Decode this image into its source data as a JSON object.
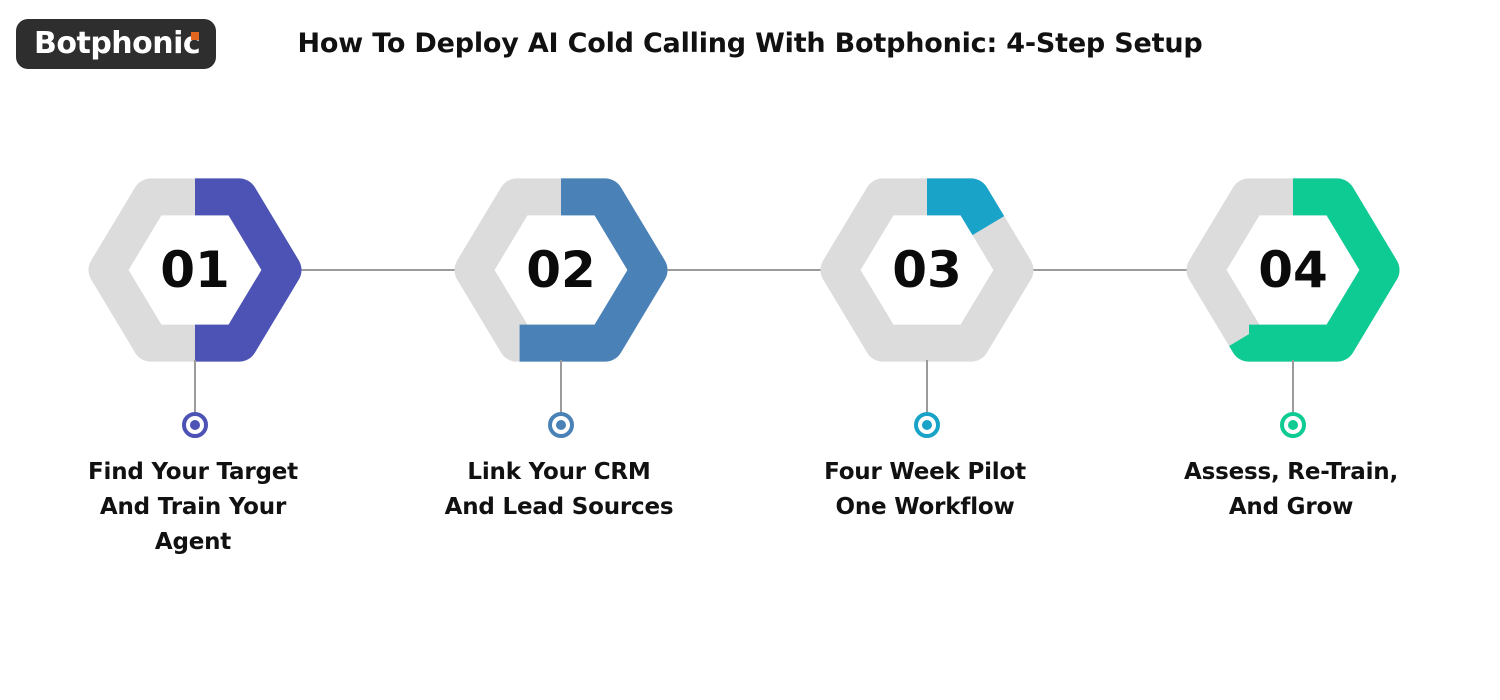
{
  "brand": {
    "logo_text": "Botphonic",
    "logo_bg": "#2e2e2e",
    "logo_accent": "#e2661f"
  },
  "header": {
    "title": "How To Deploy AI Cold Calling With Botphonic: 4-Step Setup"
  },
  "palette": {
    "ring_track": "#dcdcdc",
    "connector": "#9b9b9b",
    "number_color": "#0b0b0b",
    "label_color": "#111111"
  },
  "steps": [
    {
      "number": "01",
      "color": "#4c53b4",
      "arc_percent": 50,
      "label_lines": [
        "Find Your Target",
        "And Train Your",
        "Agent"
      ]
    },
    {
      "number": "02",
      "color": "#4a82b8",
      "arc_percent": 58,
      "label_lines": [
        "Link Your CRM",
        "And Lead Sources"
      ]
    },
    {
      "number": "03",
      "color": "#1aa3c8",
      "arc_percent": 15,
      "label_lines": [
        "Four Week Pilot",
        "One Workflow"
      ]
    },
    {
      "number": "04",
      "color": "#0ecb94",
      "arc_percent": 60,
      "label_lines": [
        "Assess, Re-Train,",
        "And Grow"
      ]
    }
  ]
}
